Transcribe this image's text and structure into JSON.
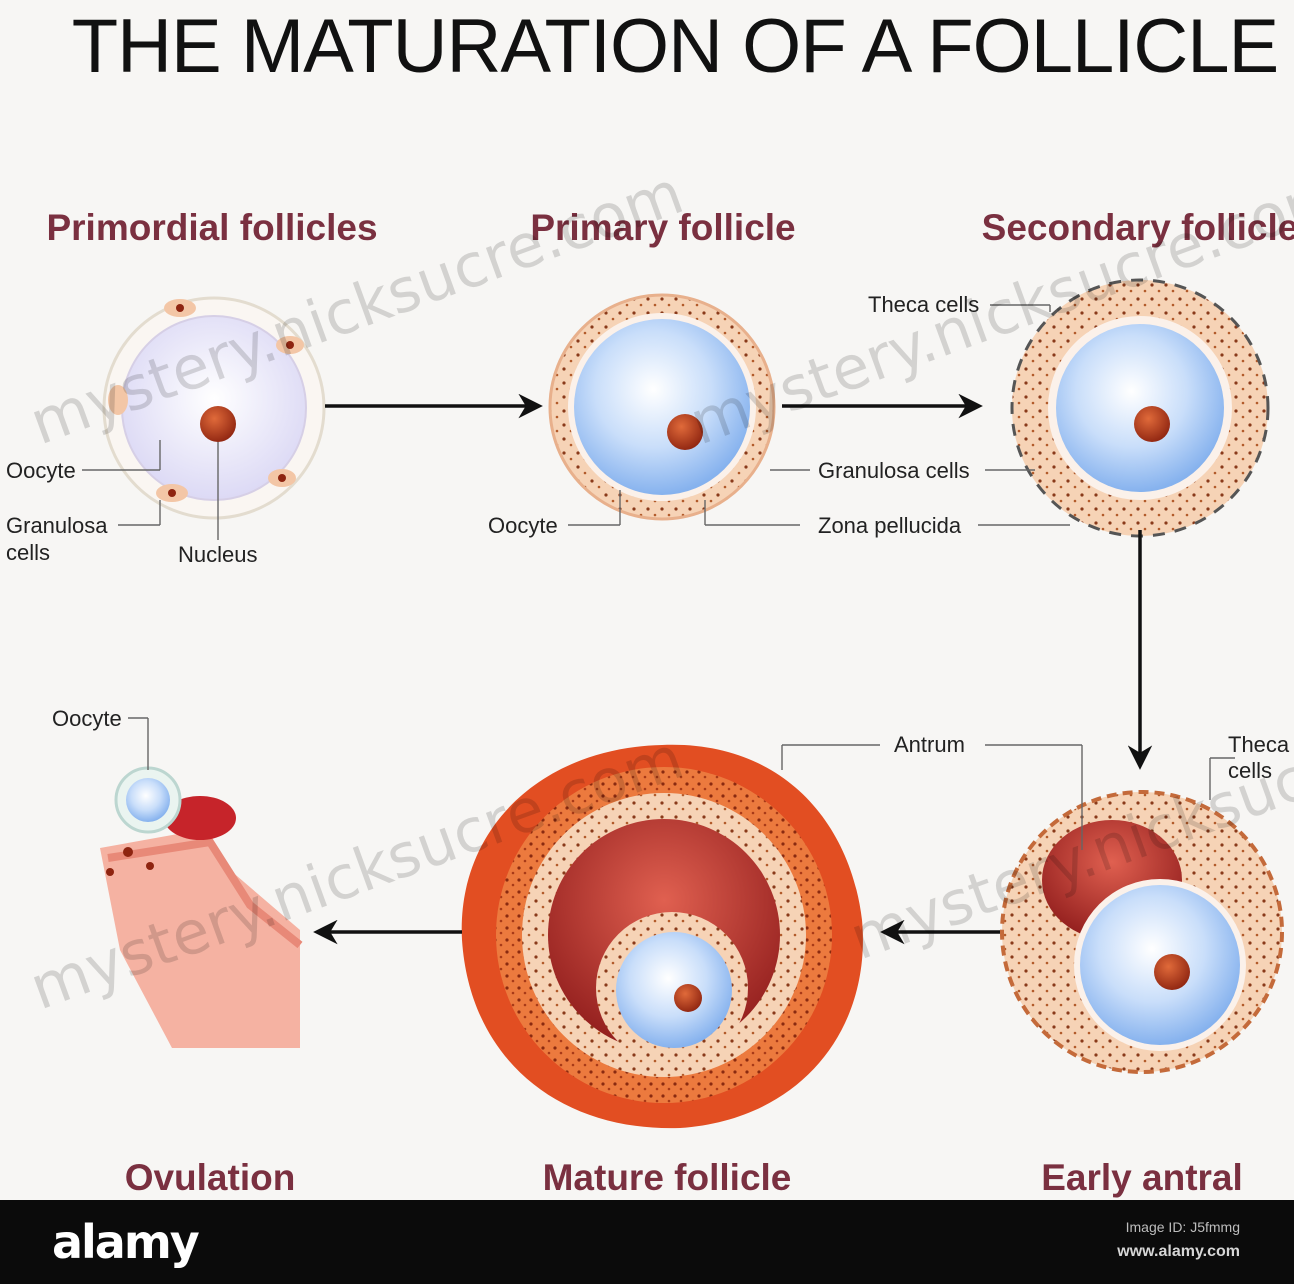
{
  "title": "THE MATURATION OF A FOLLICLE",
  "stages": {
    "primordial": "Primordial follicles",
    "primary": "Primary follicle",
    "secondary": "Secondary follicle",
    "early_antral": "Early antral",
    "mature": "Mature follicle",
    "ovulation": "Ovulation"
  },
  "parts": {
    "oocyte": "Oocyte",
    "granulosa_line1": "Granulosa",
    "granulosa_line2": "cells",
    "nucleus": "Nucleus",
    "theca_cells": "Theca cells",
    "granulosa_cells": "Granulosa cells",
    "zona_pellucida": "Zona pellucida",
    "antrum": "Antrum",
    "theca_line1": "Theca",
    "theca_line2": "cells"
  },
  "watermarks": [
    "mystery.nicksucre.com",
    "mystery.nicksucre.com",
    "mystery.nicksucre.com",
    "mystery.nicksucre.com"
  ],
  "footer": {
    "logo": "alamy",
    "image_id": "Image ID: J5fmmg",
    "url": "www.alamy.com"
  },
  "colors": {
    "stage_label": "#7a3040",
    "oocyte_blue": "#9fc6f0",
    "granulosa": "#f3c6a6",
    "theca": "#e8642e",
    "antrum": "#b52a2a",
    "nucleus": "#a8341b"
  }
}
